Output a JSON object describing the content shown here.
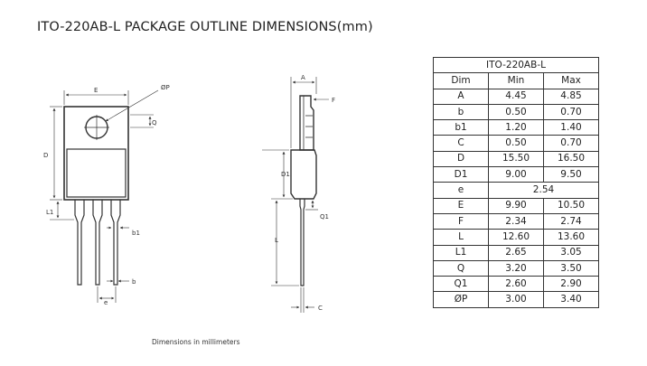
{
  "title": "ITO-220AB-L PACKAGE OUTLINE DIMENSIONS(mm)",
  "footnote": "Dimensions in millimeters",
  "front_view_labels": {
    "E": "E",
    "phiP": "ØP",
    "Q": "Q",
    "D": "D",
    "L1": "L1",
    "b1": "b1",
    "b": "b",
    "e": "e"
  },
  "side_view_labels": {
    "A": "A",
    "F": "F",
    "D1": "D1",
    "Q1": "Q1",
    "L": "L",
    "C": "C"
  },
  "table": {
    "package": "ITO-220AB-L",
    "headers": [
      "Dim",
      "Min",
      "Max"
    ],
    "rows": [
      {
        "dim": "A",
        "min": "4.45",
        "max": "4.85"
      },
      {
        "dim": "b",
        "min": "0.50",
        "max": "0.70"
      },
      {
        "dim": "b1",
        "min": "1.20",
        "max": "1.40"
      },
      {
        "dim": "C",
        "min": "0.50",
        "max": "0.70"
      },
      {
        "dim": "D",
        "min": "15.50",
        "max": "16.50"
      },
      {
        "dim": "D1",
        "min": "9.00",
        "max": "9.50"
      },
      {
        "dim": "e",
        "value": "2.54"
      },
      {
        "dim": "E",
        "min": "9.90",
        "max": "10.50"
      },
      {
        "dim": "F",
        "min": "2.34",
        "max": "2.74"
      },
      {
        "dim": "L",
        "min": "12.60",
        "max": "13.60"
      },
      {
        "dim": "L1",
        "min": "2.65",
        "max": "3.05"
      },
      {
        "dim": "Q",
        "min": "3.20",
        "max": "3.50"
      },
      {
        "dim": "Q1",
        "min": "2.60",
        "max": "2.90"
      },
      {
        "dim": "ØP",
        "min": "3.00",
        "max": "3.40"
      }
    ]
  }
}
